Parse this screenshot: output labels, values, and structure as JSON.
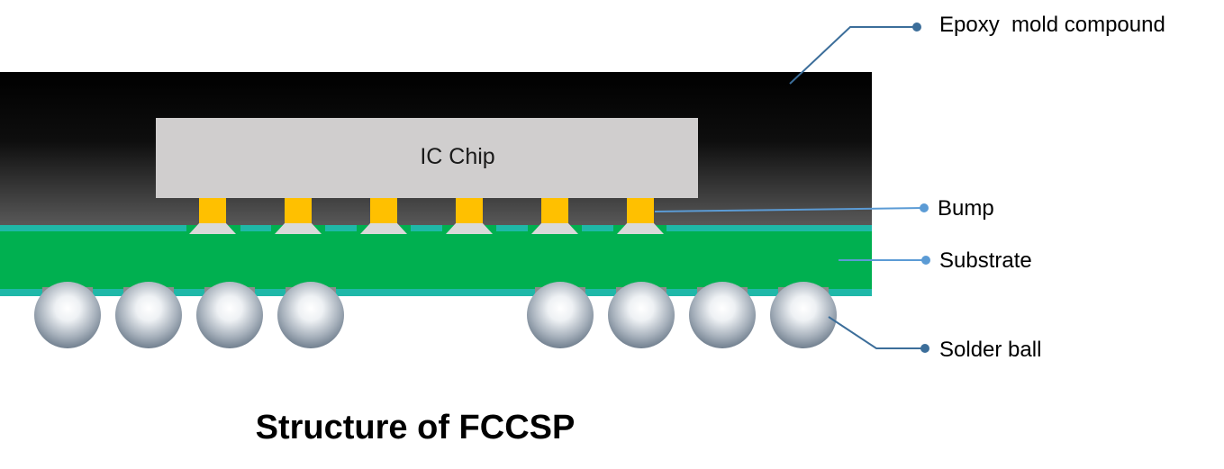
{
  "title": "Structure of FCCSP",
  "components": {
    "chip": "IC Chip",
    "bump_count": 6,
    "solder_ball_count": 8
  },
  "callouts": {
    "mold": "Epoxy  mold compound",
    "bump": "Bump",
    "substrate": "Substrate",
    "solder": "Solder ball"
  },
  "colors": {
    "mold_top": "#000000",
    "mold_bottom": "#5a5a5a",
    "chip": "#d0cece",
    "bump": "#ffc000",
    "bump_pad": "#d9d9d9",
    "substrate": "#00b050",
    "substrate_edge": "#1fb8a8",
    "ball_pad": "#8c8c8c",
    "leader_dark": "#3c6e9a",
    "leader_light": "#5b9bd5"
  }
}
